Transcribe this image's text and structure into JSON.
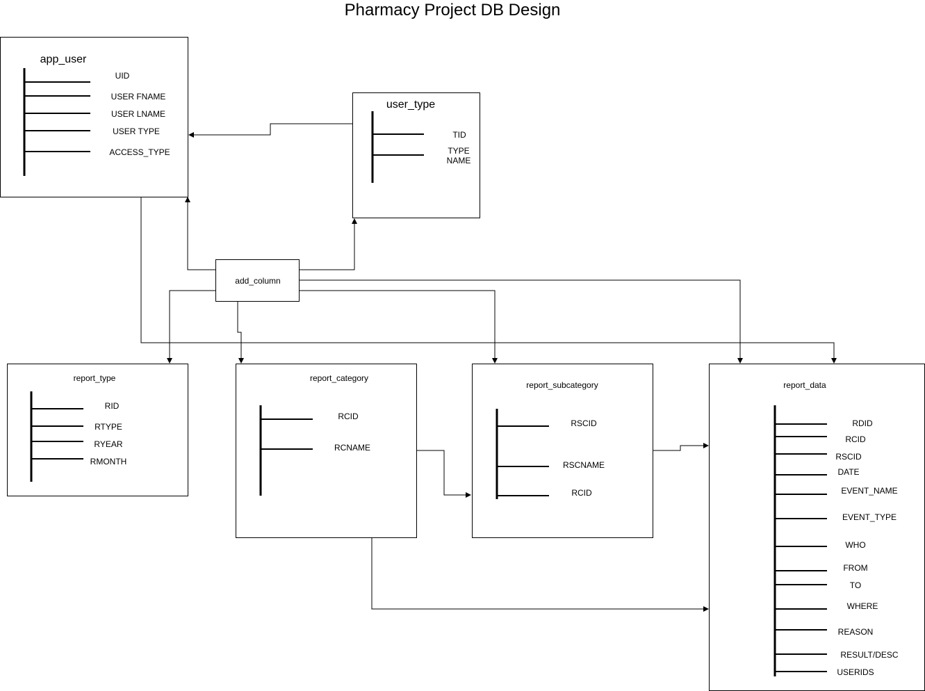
{
  "title": "Pharmacy Project DB Design",
  "entities": {
    "app_user": {
      "name": "app_user",
      "fields": [
        "UID",
        "USER FNAME",
        "USER LNAME",
        "USER TYPE",
        "ACCESS_TYPE"
      ]
    },
    "user_type": {
      "name": "user_type",
      "fields": [
        "TID",
        "TYPE",
        "NAME"
      ]
    },
    "add_column": {
      "name": "add_column"
    },
    "report_type": {
      "name": "report_type",
      "fields": [
        "RID",
        "RTYPE",
        "RYEAR",
        "RMONTH"
      ]
    },
    "report_category": {
      "name": "report_category",
      "fields": [
        "RCID",
        "RCNAME"
      ]
    },
    "report_subcategory": {
      "name": "report_subcategory",
      "fields": [
        "RSCID",
        "RSCNAME",
        "RCID"
      ]
    },
    "report_data": {
      "name": "report_data",
      "fields": [
        "RDID",
        "RCID",
        "RSCID",
        "DATE",
        "EVENT_NAME",
        "EVENT_TYPE",
        "WHO",
        "FROM",
        "TO",
        "WHERE",
        "REASON",
        "RESULT/DESC",
        "USERIDS"
      ]
    }
  }
}
